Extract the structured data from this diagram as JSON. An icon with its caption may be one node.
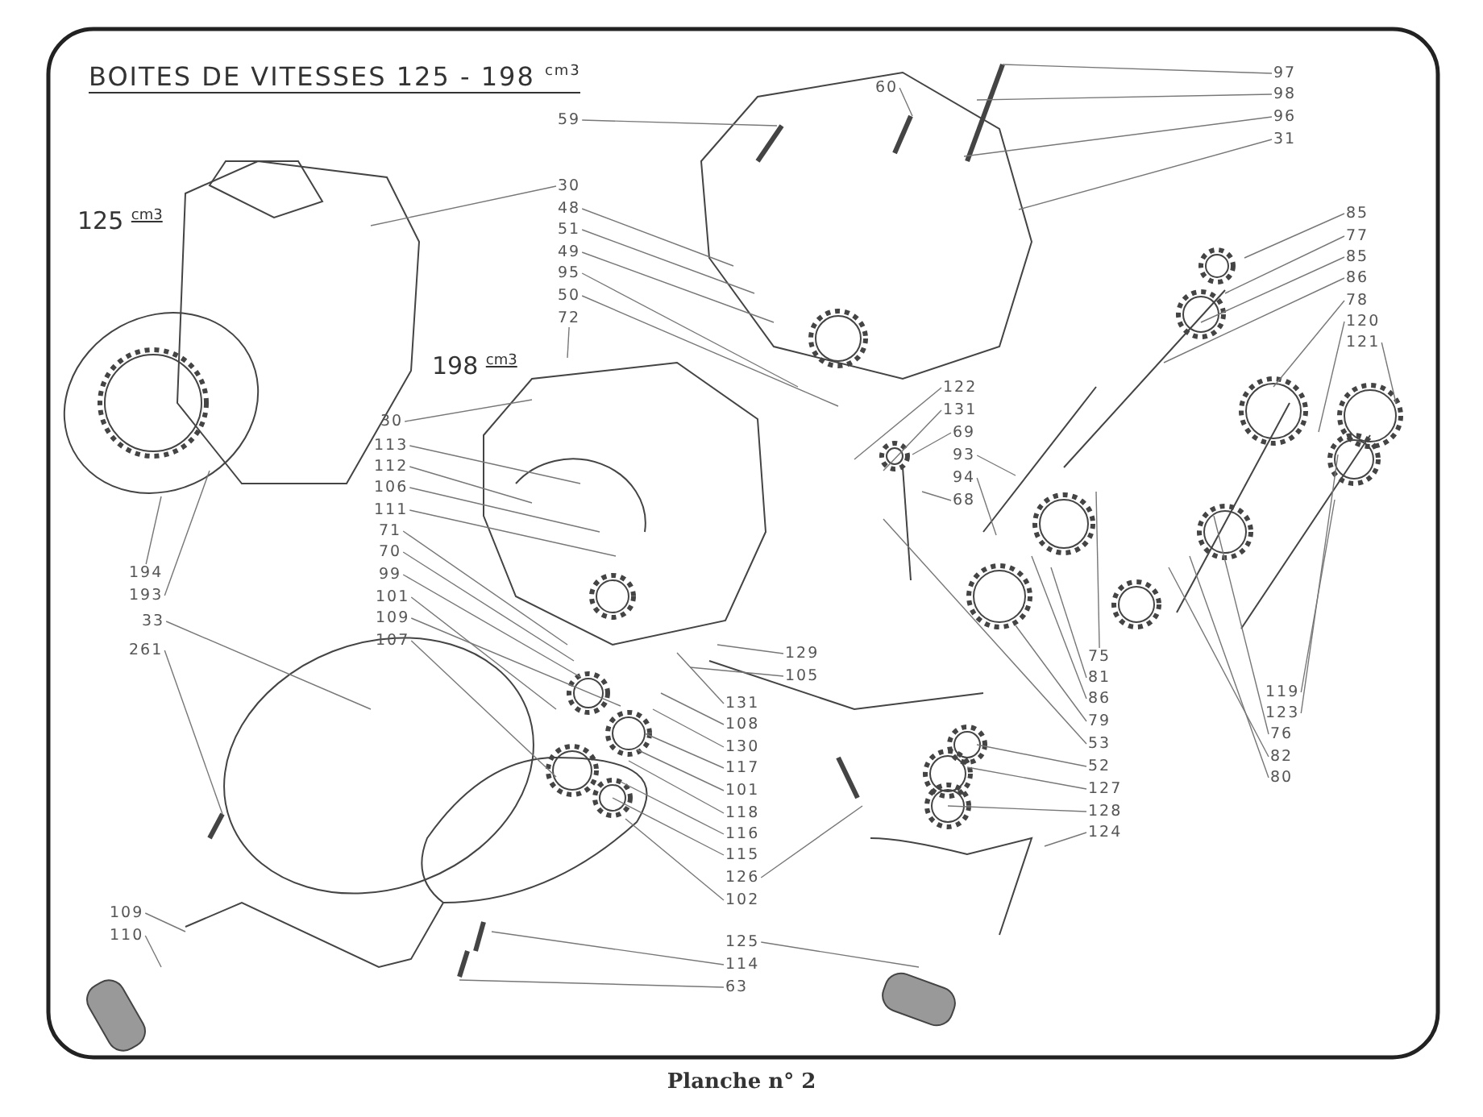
{
  "diagram": {
    "title": "BOITES DE VITESSES 125 - 198 $^{cm3}$",
    "caption": "Planche n° 2",
    "nodes": [
      {
        "text": [
          "97"
        ]
      },
      {
        "text": [
          "60"
        ]
      },
      {
        "text": [
          "98"
        ]
      },
      {
        "text": [
          "59"
        ]
      },
      {
        "text": [
          "96"
        ]
      },
      {
        "text": [
          "31"
        ]
      },
      {
        "text": [
          "30"
        ]
      },
      {
        "text": [
          "48"
        ]
      },
      {
        "text": [
          "51"
        ]
      },
      {
        "text": [
          "49"
        ]
      },
      {
        "text": [
          "95"
        ]
      },
      {
        "text": [
          "50"
        ]
      },
      {
        "text": [
          "72"
        ]
      },
      {
        "text": [
          "85"
        ]
      },
      {
        "text": [
          "77"
        ]
      },
      {
        "text": [
          "85"
        ]
      },
      {
        "text": [
          "86"
        ]
      },
      {
        "text": [
          "78"
        ]
      },
      {
        "text": [
          "120"
        ]
      },
      {
        "text": [
          "121"
        ]
      },
      {
        "text": [
          "122"
        ]
      },
      {
        "text": [
          "30"
        ]
      },
      {
        "text": [
          "131"
        ]
      },
      {
        "text": [
          "113"
        ]
      },
      {
        "text": [
          "69"
        ]
      },
      {
        "text": [
          "112"
        ]
      },
      {
        "text": [
          "93"
        ]
      },
      {
        "text": [
          "106"
        ]
      },
      {
        "text": [
          "94"
        ]
      },
      {
        "text": [
          "111"
        ]
      },
      {
        "text": [
          "68"
        ]
      },
      {
        "text": [
          "71"
        ]
      },
      {
        "text": [
          "70"
        ]
      },
      {
        "text": [
          "99"
        ]
      },
      {
        "text": [
          "101"
        ]
      },
      {
        "text": [
          "109"
        ]
      },
      {
        "text": [
          "107"
        ]
      },
      {
        "text": [
          "194"
        ]
      },
      {
        "text": [
          "193"
        ]
      },
      {
        "text": [
          "33"
        ]
      },
      {
        "text": [
          "261"
        ]
      },
      {
        "text": [
          "129"
        ]
      },
      {
        "text": [
          "105"
        ]
      },
      {
        "text": [
          "75"
        ]
      },
      {
        "text": [
          "81"
        ]
      },
      {
        "text": [
          "86"
        ]
      },
      {
        "text": [
          "79"
        ]
      },
      {
        "text": [
          "53"
        ]
      },
      {
        "text": [
          "52"
        ]
      },
      {
        "text": [
          "131"
        ]
      },
      {
        "text": [
          "108"
        ]
      },
      {
        "text": [
          "130"
        ]
      },
      {
        "text": [
          "117"
        ]
      },
      {
        "text": [
          "101"
        ]
      },
      {
        "text": [
          "118"
        ]
      },
      {
        "text": [
          "116"
        ]
      },
      {
        "text": [
          "115"
        ]
      },
      {
        "text": [
          "126"
        ]
      },
      {
        "text": [
          "102"
        ]
      },
      {
        "text": [
          "127"
        ]
      },
      {
        "text": [
          "128"
        ]
      },
      {
        "text": [
          "124"
        ]
      },
      {
        "text": [
          "119"
        ]
      },
      {
        "text": [
          "123"
        ]
      },
      {
        "text": [
          "76"
        ]
      },
      {
        "text": [
          "82"
        ]
      },
      {
        "text": [
          "80"
        ]
      },
      {
        "text": [
          "109"
        ]
      },
      {
        "text": [
          "110"
        ]
      },
      {
        "text": [
          "125"
        ]
      },
      {
        "text": [
          "114"
        ]
      },
      {
        "text": [
          "63"
        ]
      }
    ],
    "edges": [
      {
        "from": 0,
        "to": null,
        "arrow": "none"
      },
      {
        "from": 1,
        "to": null,
        "arrow": "none"
      },
      {
        "from": 2,
        "to": null,
        "arrow": "none"
      },
      {
        "from": 3,
        "to": null,
        "arrow": "none"
      },
      {
        "from": 4,
        "to": null,
        "arrow": "none"
      },
      {
        "from": 5,
        "to": null,
        "arrow": "none"
      },
      {
        "from": 6,
        "to": null,
        "arrow": "none"
      },
      {
        "from": 7,
        "to": null,
        "arrow": "none"
      },
      {
        "from": 8,
        "to": null,
        "arrow": "none"
      },
      {
        "from": 9,
        "to": null,
        "arrow": "none"
      },
      {
        "from": 10,
        "to": null,
        "arrow": "none"
      },
      {
        "from": 11,
        "to": null,
        "arrow": "none"
      },
      {
        "from": 12,
        "to": null,
        "arrow": "none"
      },
      {
        "from": 13,
        "to": null,
        "arrow": "none"
      },
      {
        "from": 14,
        "to": null,
        "arrow": "none"
      },
      {
        "from": 15,
        "to": null,
        "arrow": "none"
      },
      {
        "from": 16,
        "to": null,
        "arrow": "none"
      },
      {
        "from": 17,
        "to": null,
        "arrow": "none"
      },
      {
        "from": 18,
        "to": null,
        "arrow": "none"
      },
      {
        "from": 19,
        "to": null,
        "arrow": "none"
      },
      {
        "from": 20,
        "to": null,
        "arrow": "none"
      },
      {
        "from": 21,
        "to": null,
        "arrow": "none"
      },
      {
        "from": 22,
        "to": null,
        "arrow": "none"
      },
      {
        "from": 23,
        "to": null,
        "arrow": "none"
      },
      {
        "from": 24,
        "to": null,
        "arrow": "none"
      },
      {
        "from": 25,
        "to": null,
        "arrow": "none"
      },
      {
        "from": 26,
        "to": null,
        "arrow": "none"
      },
      {
        "from": 27,
        "to": null,
        "arrow": "none"
      },
      {
        "from": 28,
        "to": null,
        "arrow": "none"
      },
      {
        "from": 29,
        "to": null,
        "arrow": "none"
      },
      {
        "from": 30,
        "to": null,
        "arrow": "none"
      },
      {
        "from": 31,
        "to": null,
        "arrow": "none"
      },
      {
        "from": 32,
        "to": null,
        "arrow": "none"
      },
      {
        "from": 33,
        "to": null,
        "arrow": "none"
      },
      {
        "from": 34,
        "to": null,
        "arrow": "none"
      },
      {
        "from": 35,
        "to": null,
        "arrow": "none"
      },
      {
        "from": 36,
        "to": null,
        "arrow": "none"
      },
      {
        "from": 37,
        "to": null,
        "arrow": "none"
      },
      {
        "from": 38,
        "to": null,
        "arrow": "none"
      },
      {
        "from": 39,
        "to": null,
        "arrow": "none"
      },
      {
        "from": 40,
        "to": null,
        "arrow": "none"
      },
      {
        "from": 41,
        "to": null,
        "arrow": "none"
      },
      {
        "from": 42,
        "to": null,
        "arrow": "none"
      },
      {
        "from": 43,
        "to": null,
        "arrow": "none"
      },
      {
        "from": 44,
        "to": null,
        "arrow": "none"
      },
      {
        "from": 45,
        "to": null,
        "arrow": "none"
      },
      {
        "from": 46,
        "to": null,
        "arrow": "none"
      },
      {
        "from": 47,
        "to": null,
        "arrow": "none"
      },
      {
        "from": 48,
        "to": null,
        "arrow": "none"
      },
      {
        "from": 49,
        "to": null,
        "arrow": "none"
      },
      {
        "from": 50,
        "to": null,
        "arrow": "none"
      },
      {
        "from": 51,
        "to": null,
        "arrow": "none"
      },
      {
        "from": 52,
        "to": null,
        "arrow": "none"
      },
      {
        "from": 53,
        "to": null,
        "arrow": "none"
      },
      {
        "from": 54,
        "to": null,
        "arrow": "none"
      },
      {
        "from": 55,
        "to": null,
        "arrow": "none"
      },
      {
        "from": 56,
        "to": null,
        "arrow": "none"
      },
      {
        "from": 57,
        "to": null,
        "arrow": "none"
      },
      {
        "from": 58,
        "to": null,
        "arrow": "none"
      },
      {
        "from": 59,
        "to": null,
        "arrow": "none"
      },
      {
        "from": 60,
        "to": null,
        "arrow": "none"
      },
      {
        "from": 61,
        "to": null,
        "arrow": "none"
      },
      {
        "from": 62,
        "to": null,
        "arrow": "none"
      },
      {
        "from": 63,
        "to": null,
        "arrow": "none"
      },
      {
        "from": 64,
        "to": null,
        "arrow": "none"
      },
      {
        "from": 65,
        "to": null,
        "arrow": "none"
      },
      {
        "from": 66,
        "to": null,
        "arrow": "none"
      },
      {
        "from": 67,
        "to": null,
        "arrow": "none"
      },
      {
        "from": 68,
        "to": null,
        "arrow": "none"
      },
      {
        "from": 69,
        "to": null,
        "arrow": "none"
      },
      {
        "from": 70,
        "to": null,
        "arrow": "none"
      },
      {
        "from": 71,
        "to": null,
        "arrow": "none"
      }
    ],
    "labels": [
      "125 $^{cm3}$",
      "198 $^{cm3}$"
    ]
  }
}
